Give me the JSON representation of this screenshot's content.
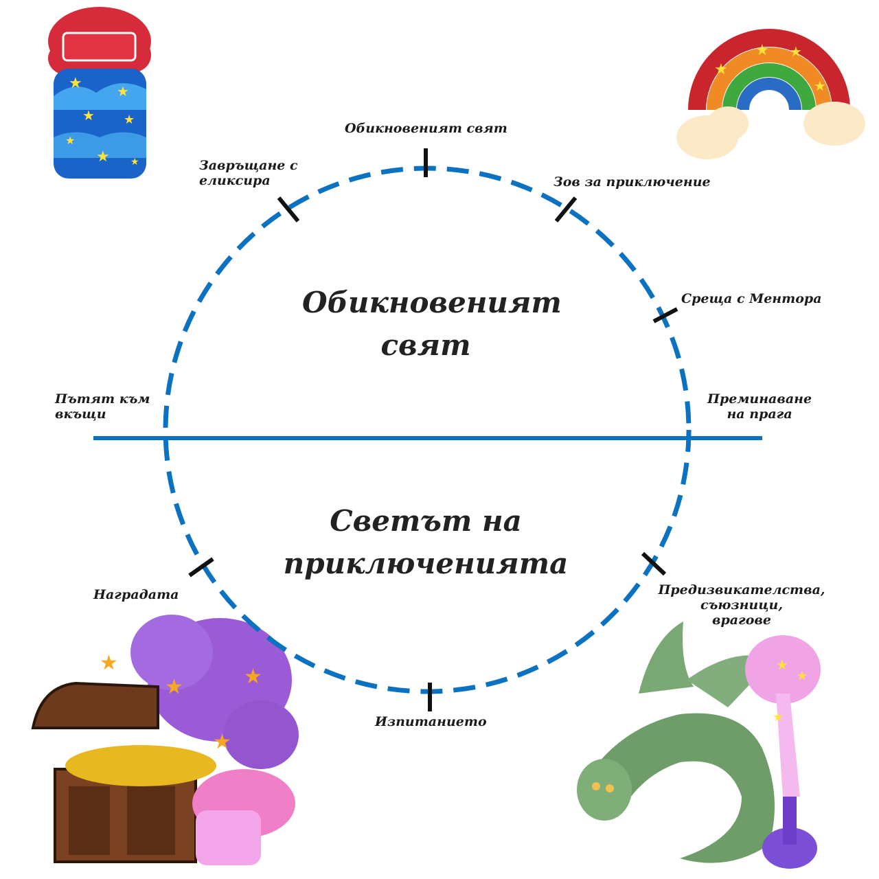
{
  "colors": {
    "circle": "#0b72c2",
    "axis": "#0b72c2",
    "tick": "#111111",
    "text": "#1a1a1a"
  },
  "center": {
    "top_line1": "Обикновеният",
    "top_line2": "свят",
    "bottom_line1": "Светът на",
    "bottom_line2": "приключенията"
  },
  "stages": {
    "ordinary_world": "Обикновеният свят",
    "call": "Зов за приключение",
    "mentor": "Среща с Ментора",
    "threshold_line1": "Преминаване",
    "threshold_line2": "на прага",
    "challenges_line1": "Предизвикателства,",
    "challenges_line2": "съюзници,",
    "challenges_line3": "врагове",
    "ordeal": "Изпитанието",
    "reward": "Наградата",
    "road_back_line1": "Пътят към",
    "road_back_line2": "вкъщи",
    "return_line1": "Завръщане с",
    "return_line2": "еликсира"
  },
  "decorations": [
    "star-jar",
    "rainbow",
    "treasure-chest",
    "dragon-potion"
  ]
}
